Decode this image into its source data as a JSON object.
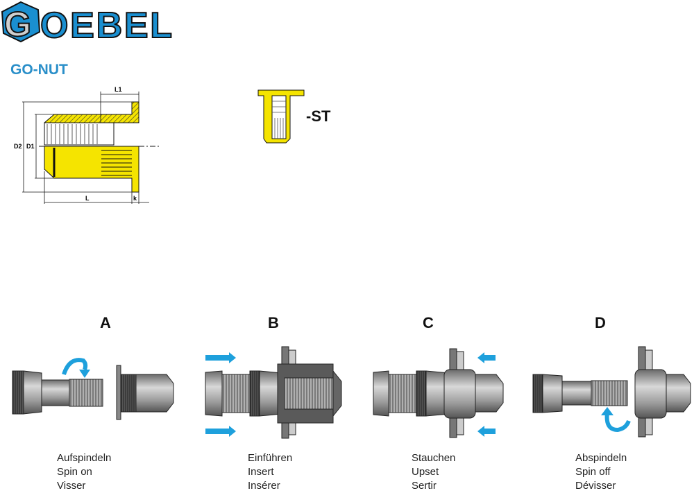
{
  "brand": {
    "logo_text": "GOEBEL",
    "color": "#1a8fd0"
  },
  "product": {
    "name": "GO-NUT",
    "variant_label": "-ST"
  },
  "drawing": {
    "dimensions": {
      "l1": "L1",
      "d2": "D2",
      "d1": "D1",
      "l": "L",
      "k": "k"
    },
    "fill_color": "#f5e400"
  },
  "steps": [
    {
      "letter": "A",
      "lines": [
        "Aufspindeln",
        "Spin on",
        "Visser"
      ]
    },
    {
      "letter": "B",
      "lines": [
        "Einführen",
        "Insert",
        "Insérer"
      ]
    },
    {
      "letter": "C",
      "lines": [
        "Stauchen",
        "Upset",
        "Sertir"
      ]
    },
    {
      "letter": "D",
      "lines": [
        "Abspindeln",
        "Spin off",
        "Dévisser"
      ]
    }
  ],
  "arrow_color": "#1ea0dc"
}
